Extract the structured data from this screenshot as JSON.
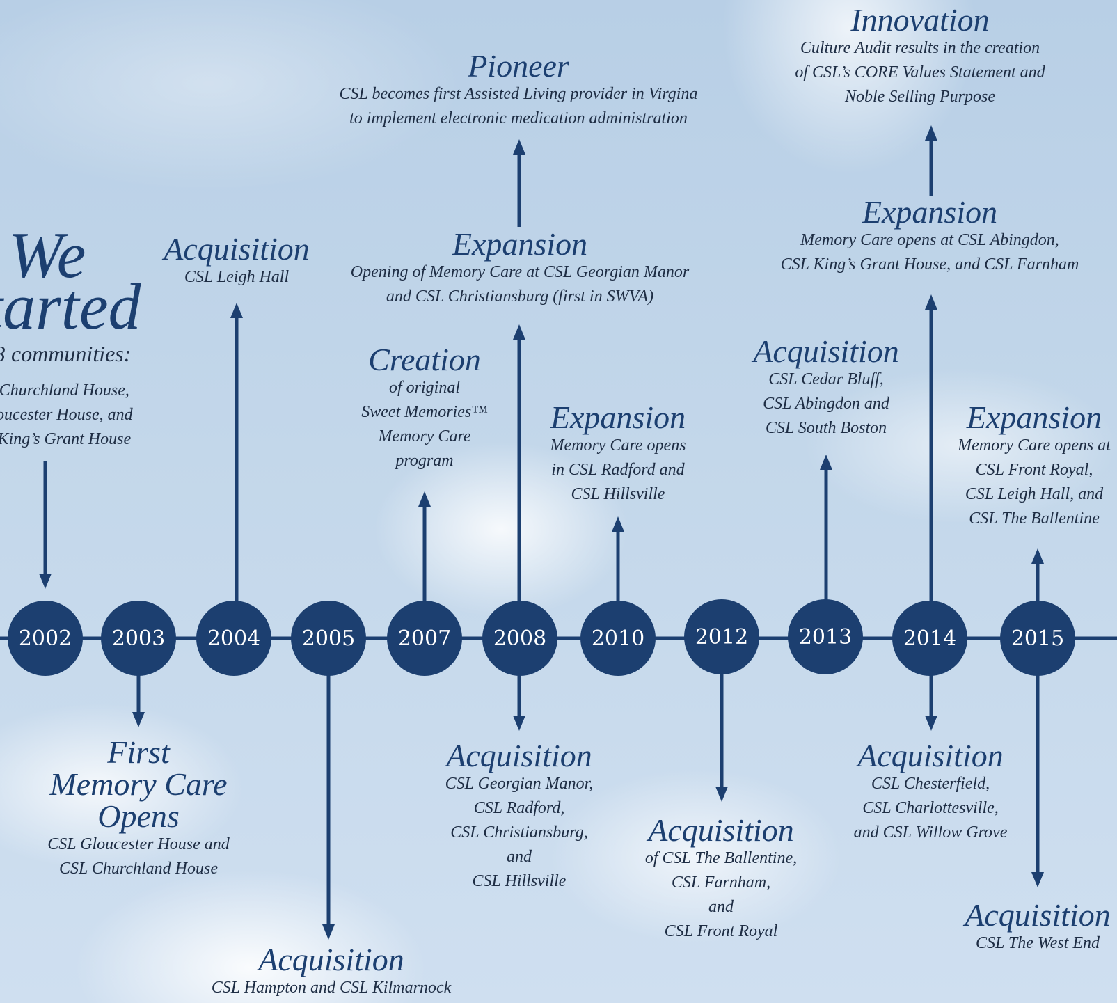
{
  "intro": {
    "heading_line1": "We",
    "heading_line2": "tarted",
    "subheading": "3 communities:",
    "lines": [
      "Churchland House,",
      "oucester House, and",
      "King’s Grant House"
    ]
  },
  "years": [
    "2002",
    "2003",
    "2004",
    "2005",
    "2007",
    "2008",
    "2010",
    "2012",
    "2013",
    "2014",
    "2015"
  ],
  "events": [
    {
      "id": "2004-acquisition",
      "title": "Acquisition",
      "lines": [
        "CSL Leigh Hall"
      ]
    },
    {
      "id": "2008-pioneer",
      "title": "Pioneer",
      "lines": [
        "CSL becomes first Assisted Living provider in Virgina",
        "to implement electronic medication administration"
      ]
    },
    {
      "id": "2008-expansion",
      "title": "Expansion",
      "lines": [
        "Opening of Memory Care at CSL Georgian Manor",
        "and CSL Christiansburg (first in SWVA)"
      ]
    },
    {
      "id": "2007-creation",
      "title": "Creation",
      "lines": [
        "of original",
        "Sweet Memories™",
        "Memory Care",
        "program"
      ]
    },
    {
      "id": "2010-expansion",
      "title": "Expansion",
      "lines": [
        "Memory Care opens",
        "in CSL Radford and",
        "CSL Hillsville"
      ]
    },
    {
      "id": "2013-acquisition",
      "title": "Acquisition",
      "lines": [
        "CSL Cedar Bluff,",
        "CSL Abingdon and",
        "CSL South Boston"
      ]
    },
    {
      "id": "2014-innovation",
      "title": "Innovation",
      "lines": [
        "Culture Audit results in the creation",
        "of CSL’s CORE Values Statement and",
        "Noble Selling Purpose"
      ]
    },
    {
      "id": "2014-expansion",
      "title": "Expansion",
      "lines": [
        "Memory Care opens at CSL Abingdon,",
        "CSL King’s Grant House, and CSL Farnham"
      ]
    },
    {
      "id": "2015-expansion",
      "title": "Expansion",
      "lines": [
        "Memory Care opens at",
        "CSL Front Royal,",
        "CSL Leigh Hall, and",
        "CSL The Ballentine"
      ]
    },
    {
      "id": "2003-first-memory-care",
      "title_lines": [
        "First",
        "Memory Care",
        "Opens"
      ],
      "lines": [
        "CSL Gloucester House and",
        "CSL Churchland House"
      ]
    },
    {
      "id": "2005-acquisition",
      "title": "Acquisition",
      "lines": [
        "CSL Hampton and CSL Kilmarnock"
      ]
    },
    {
      "id": "2008-acquisition",
      "title": "Acquisition",
      "lines": [
        "CSL Georgian Manor,",
        "CSL Radford,",
        "CSL Christiansburg,",
        "and",
        "CSL Hillsville"
      ]
    },
    {
      "id": "2012-acquisition",
      "title": "Acquisition",
      "lines": [
        "of CSL The Ballentine,",
        "CSL Farnham,",
        "and",
        "CSL Front Royal"
      ]
    },
    {
      "id": "2014-acquisition",
      "title": "Acquisition",
      "lines": [
        "CSL Chesterfield,",
        "CSL Charlottesville,",
        "and CSL Willow Grove"
      ]
    },
    {
      "id": "2015-acquisition",
      "title": "Acquisition",
      "lines": [
        "CSL The West End"
      ]
    }
  ],
  "colors": {
    "navy": "#1c3f70",
    "text": "#1e2d44",
    "circle_text": "#ffffff"
  }
}
